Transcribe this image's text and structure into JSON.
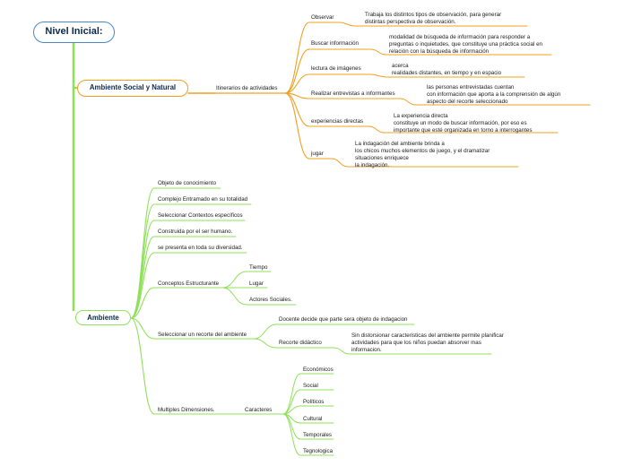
{
  "root": {
    "label": "Nivel Inicial:"
  },
  "branches": {
    "social": {
      "label": "Ambiente Social y Natural",
      "itinerarios": "Itinerarios  de actividades",
      "items": [
        {
          "label": "Observar",
          "desc": "Trabaja los distintos tipos de observación, para generar\ndistintas perspectiva de observación."
        },
        {
          "label": "Buscar información",
          "desc": "modalidad de búsqueda de información para responder a\npreguntas o inquietudes, que constituye una práctica social en\nrelación con la búsqueda de información"
        },
        {
          "label": "lectura de imágenes",
          "desc": "acerca\n  realidades distantes, en tiempo y en espacio"
        },
        {
          "label": "Realizar entrevistas a informantes",
          "desc": "las personas entrevistadas cuentan\n  con información que aporta a la comprensión de algún\naspecto del recorte seleccionado"
        },
        {
          "label": "experiencias directas",
          "desc": "La experiencia directa\n  constituye un modo de buscar información, por eso es\nimportante que esté organizada en torno a interrogantes"
        },
        {
          "label": "jugar",
          "desc": "La indagación del ambiente brinda a\n los chicos muchos elementos de juego, y el dramatizar\nsituaciones enriquece\nla indagación."
        }
      ]
    },
    "ambiente": {
      "label": "Ambiente",
      "items": [
        "Objeto de conocimiento",
        "Complejo Entramado en su totalidad",
        "Seleccionar Contextos específicos",
        "Construida por el ser humano.",
        "se presenta en toda su diversidad."
      ],
      "conceptos": {
        "label": "Conceptos Estructurante",
        "children": [
          "Tiempo",
          "Lugar",
          "Actores Sociales."
        ]
      },
      "recorte": {
        "label": "Seleccionar un recorte del ambiente",
        "children": [
          {
            "label": "Docente decide que parte sera objeto de indagacion"
          },
          {
            "label": "Recorte didáctico",
            "desc": "Sin distorsionar caracteristicas del ambiente permite planificar\nactividades  para que los niños puedan absorver mas\ninformacion."
          }
        ]
      },
      "multiples": {
        "label": "Multiples Dimensiones.",
        "caracteres": "Caracteres",
        "children": [
          "Económicos",
          "Social",
          "Políticos",
          "Cultural",
          "Temporales",
          "Tegnologica"
        ]
      }
    }
  },
  "colors": {
    "root_border": "#4a86c8",
    "social": "#f0a020",
    "ambiente": "#8fe05a",
    "trunk": "#8fe05a"
  }
}
